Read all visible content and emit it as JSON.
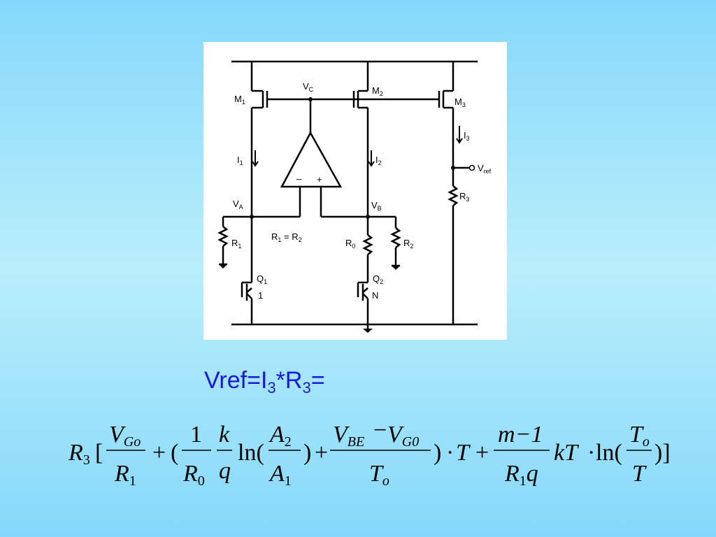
{
  "circuit": {
    "labels": {
      "m1": "M",
      "m1_sub": "1",
      "m2": "M",
      "m2_sub": "2",
      "m3": "M",
      "m3_sub": "3",
      "vc": "V",
      "vc_sub": "C",
      "i1": "I",
      "i1_sub": "1",
      "i2": "I",
      "i2_sub": "2",
      "i3": "I",
      "i3_sub": "3",
      "vref": "V",
      "vref_sub": "ref",
      "va": "V",
      "va_sub": "A",
      "vb": "V",
      "vb_sub": "B",
      "r1": "R",
      "r1_sub": "1",
      "r0": "R",
      "r0_sub": "0",
      "r2": "R",
      "r2_sub": "2",
      "r3": "R",
      "r3_sub": "3",
      "eq_r1": "R",
      "eq_r1_sub": "1",
      "eq_mid": " = R",
      "eq_r2_sub": "2",
      "q1": "Q",
      "q1_sub": "1",
      "q2": "Q",
      "q2_sub": "2",
      "q1_ratio": "1",
      "q2_ratio": "N",
      "opamp_minus": "–",
      "opamp_plus": "+"
    }
  },
  "caption": {
    "prefix": "Vref=I",
    "sub1": "3",
    "mid": "*R",
    "sub2": "3",
    "suffix": "="
  },
  "formula": {
    "r3": "R",
    "r3_sub": "3",
    "lbrack": "[",
    "vgo": "V",
    "vgo_sub": "Go",
    "r1": "R",
    "r1_sub": "1",
    "plus1": "+",
    "lparen": "(",
    "one": "1",
    "r0": "R",
    "r0_sub": "0",
    "k": "k",
    "q": "q",
    "ln1": "ln(",
    "a2": "A",
    "a2_sub": "2",
    "a1": "A",
    "a1_sub": "1",
    "rparen1": ")",
    "plus2": "+",
    "vbe": "V",
    "vbe_sub": "BE",
    "minus": "−",
    "vg0": "V",
    "vg0_sub": "G0",
    "to": "T",
    "to_sub": "o",
    "rparen2": ")",
    "dot1": "·",
    "t1": "T",
    "plus3": "+",
    "m_minus_1": "m−1",
    "r1q_r": "R",
    "r1q_sub": "1",
    "r1q_q": "q",
    "kt": "kT",
    "dot2": "·",
    "ln2": "ln(",
    "to2": "T",
    "to2_sub": "o",
    "t2": "T",
    "close": ")]"
  }
}
